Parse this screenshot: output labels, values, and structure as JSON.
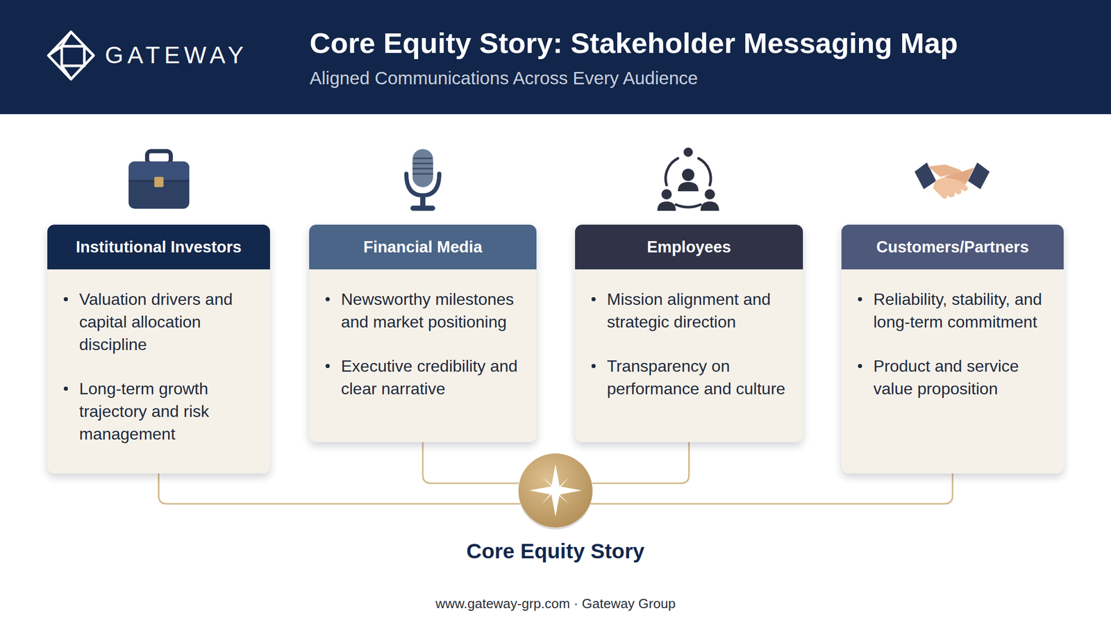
{
  "diagram": {
    "title": "Core Equity Story: Stakeholder Messaging Map",
    "nodes": [
      {
        "text": [
          "Institutional Investors",
          "Valuation drivers and capital allocation discipline",
          "Long-term growth trajectory and risk management"
        ]
      },
      {
        "text": [
          "Financial Media",
          "Newsworthy milestones and market positioning",
          "Executive credibility and clear narrative"
        ]
      },
      {
        "text": [
          "Employees",
          "Mission alignment and strategic direction",
          "Transparency on performance and culture"
        ]
      },
      {
        "text": [
          "Customers/Partners",
          "Reliability, stability, and long-term commitment",
          "Product and service value proposition"
        ]
      },
      {
        "text": [
          "Core Equity Story"
        ]
      }
    ],
    "edges": [
      {
        "from": 0,
        "to": 4,
        "arrow": "none"
      },
      {
        "from": 1,
        "to": 4,
        "arrow": "none"
      },
      {
        "from": 2,
        "to": 4,
        "arrow": "none"
      },
      {
        "from": 3,
        "to": 4,
        "arrow": "none"
      }
    ],
    "labels": [
      "GATEWAY",
      "Aligned Communications Across Every Audience",
      "www.gateway-grp.com · Gateway Group"
    ]
  }
}
